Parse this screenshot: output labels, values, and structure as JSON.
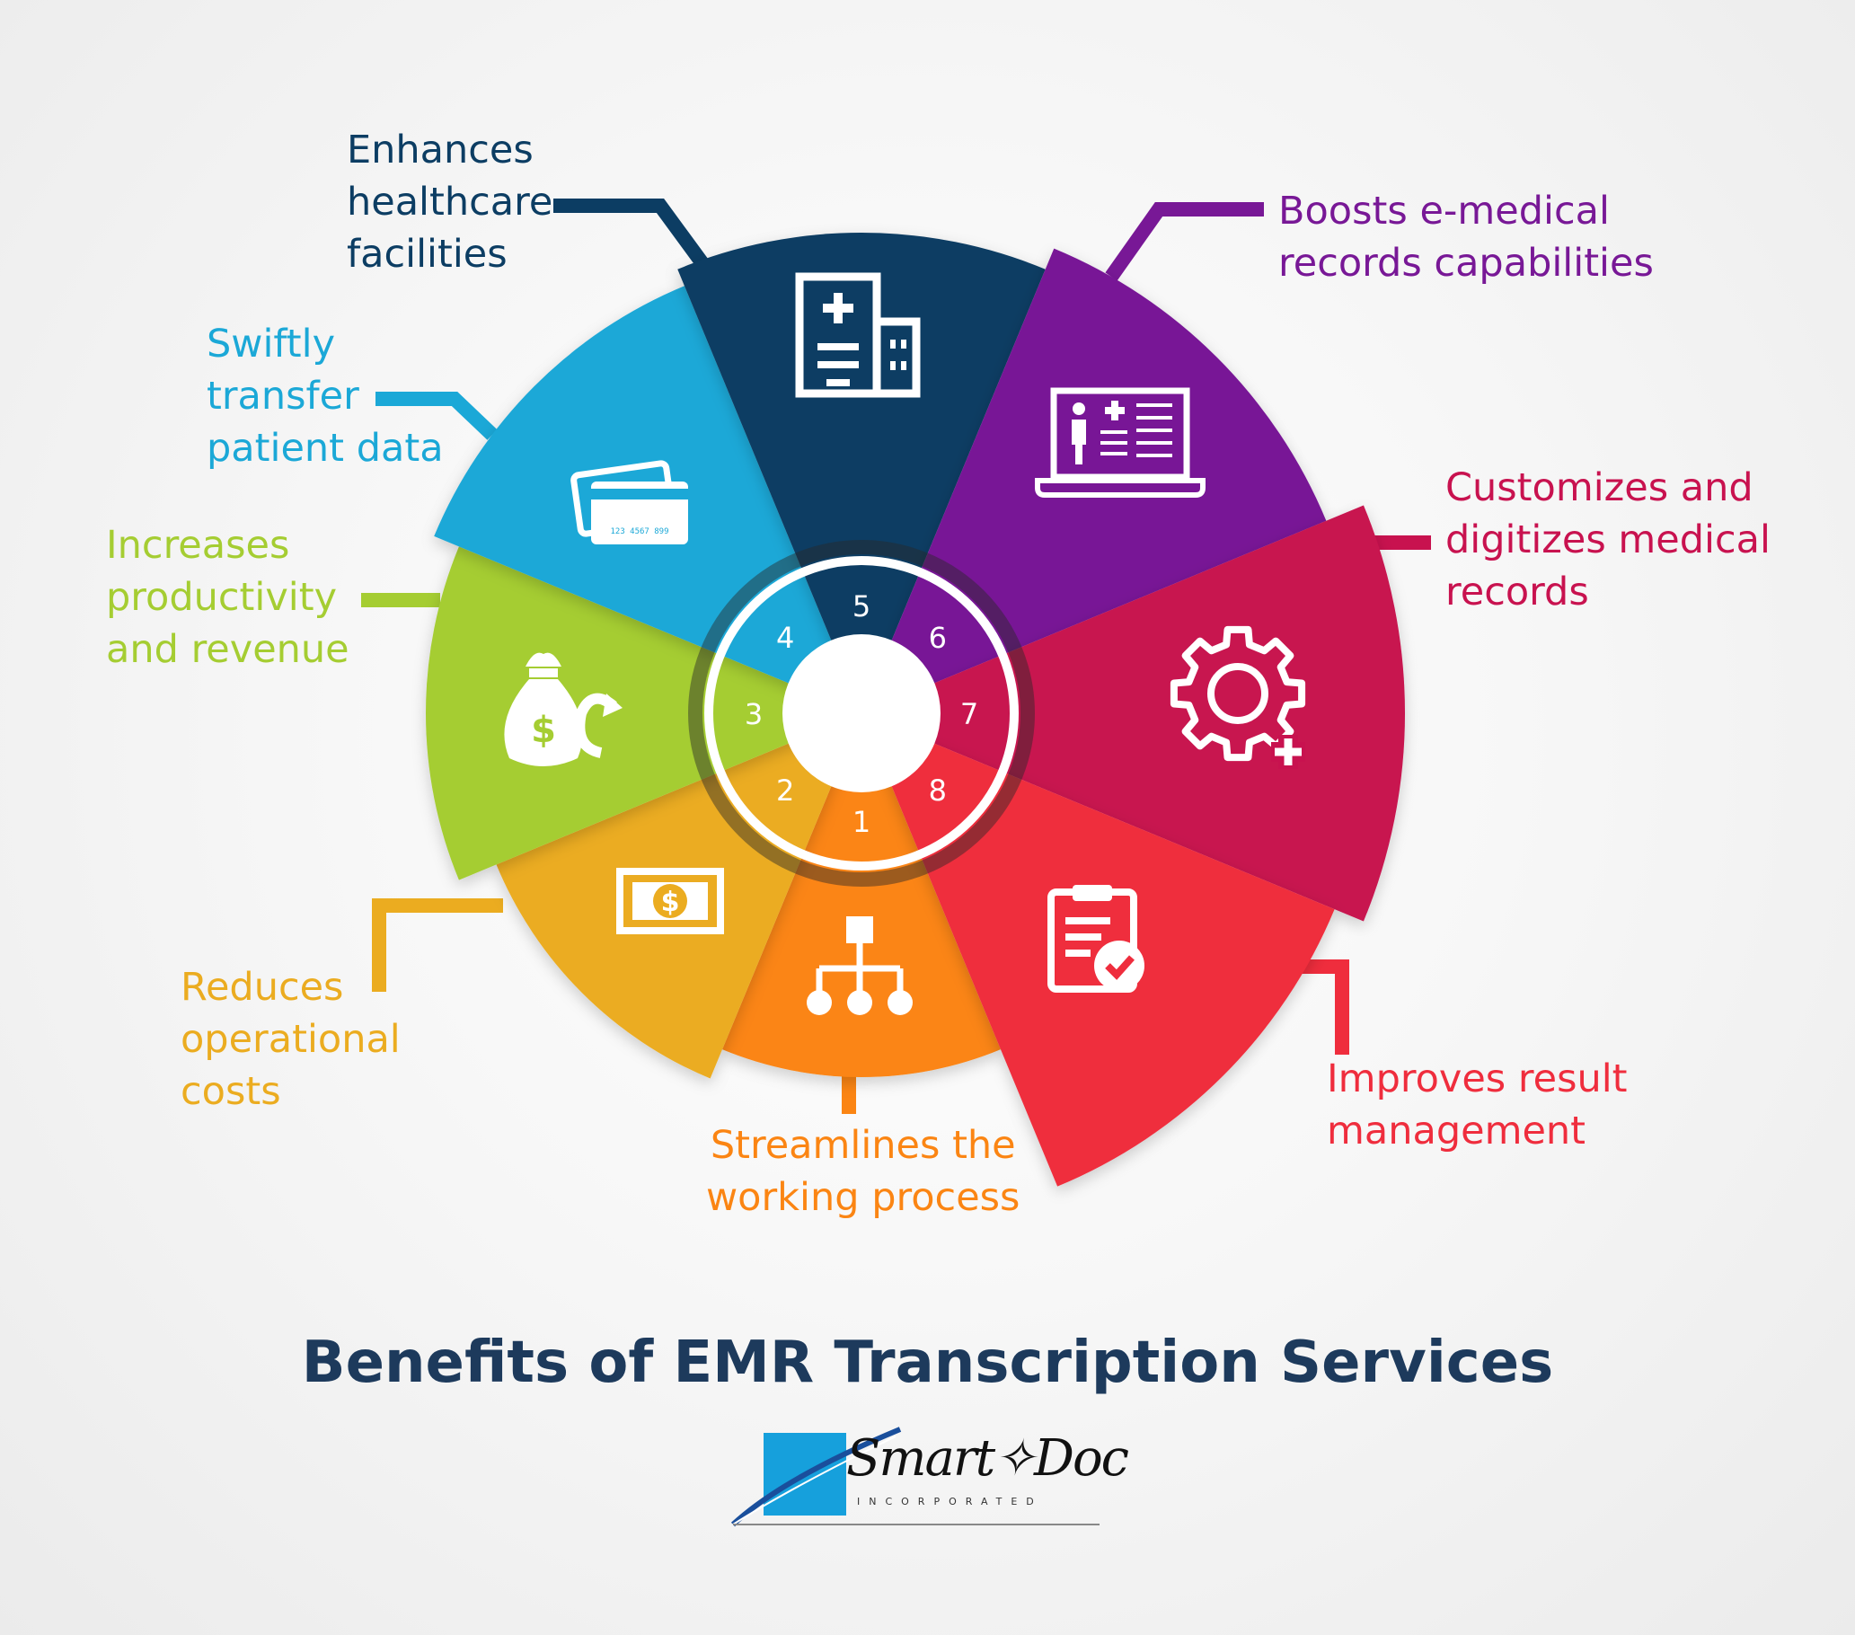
{
  "title": "Benefits of EMR Transcription Services",
  "logo": {
    "name": "Smart✧Doc",
    "subtitle": "INCORPORATED"
  },
  "segments": [
    {
      "number": "1",
      "label_lines": [
        "Streamlines the",
        "working process"
      ],
      "color": "#fb8513",
      "icon": "hierarchy-icon"
    },
    {
      "number": "2",
      "label_lines": [
        "Reduces",
        "operational",
        "costs"
      ],
      "color": "#ebac20",
      "icon": "dollar-bill-icon"
    },
    {
      "number": "3",
      "label_lines": [
        "Increases",
        "productivity",
        "and revenue"
      ],
      "color": "#a5cd32",
      "icon": "money-bag-icon"
    },
    {
      "number": "4",
      "label_lines": [
        "Swiftly",
        "transfer",
        "patient data"
      ],
      "color": "#1ba8d7",
      "icon": "data-cards-icon"
    },
    {
      "number": "5",
      "label_lines": [
        "Enhances",
        "healthcare",
        "facilities"
      ],
      "color": "#0c3d63",
      "icon": "hospital-building-icon"
    },
    {
      "number": "6",
      "label_lines": [
        "Boosts e-medical",
        "records capabilities"
      ],
      "color": "#781896",
      "icon": "laptop-records-icon"
    },
    {
      "number": "7",
      "label_lines": [
        "Customizes and",
        "digitizes medical",
        "records"
      ],
      "color": "#c8124f",
      "icon": "gear-plus-icon"
    },
    {
      "number": "8",
      "label_lines": [
        "Improves result",
        "management"
      ],
      "color": "#ef2d3d",
      "icon": "clipboard-check-icon"
    }
  ],
  "card_number": "123 4567 899",
  "currency_symbol": "$"
}
